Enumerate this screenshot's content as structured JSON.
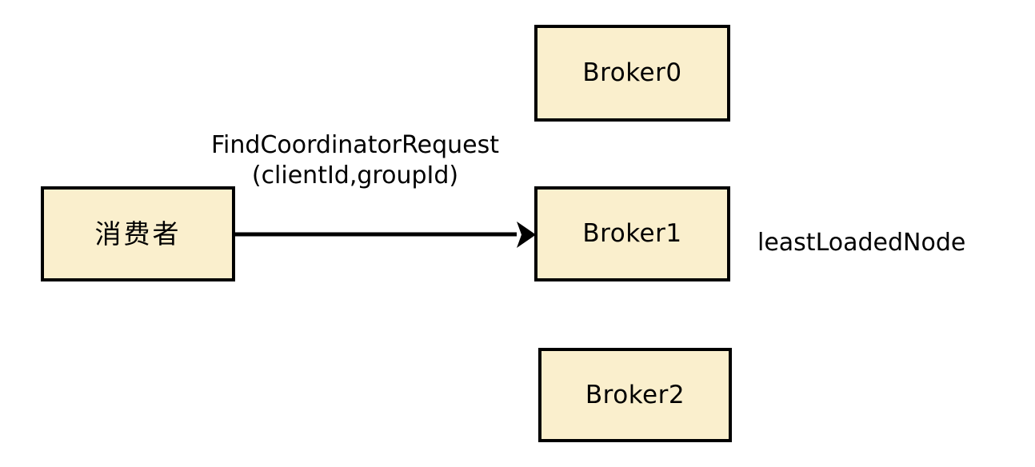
{
  "diagram": {
    "title": "Kafka FindCoordinatorRequest flow",
    "background_color": "#ffffff",
    "node_fill_color": "#faefcd",
    "node_border_color": "#000000",
    "edge_color": "#000000"
  },
  "nodes": [
    {
      "id": "broker0",
      "label": "Broker0"
    },
    {
      "id": "broker1",
      "label": "Broker1"
    },
    {
      "id": "broker2",
      "label": "Broker2"
    },
    {
      "id": "consumer",
      "label": "消费者"
    }
  ],
  "edges": [
    {
      "id": "consumer-to-broker1",
      "from": "consumer",
      "to": "broker1",
      "arrowhead": "solid-triangle",
      "label_line1": "FindCoordinatorRequest",
      "label_line2": "(clientId,groupId)"
    }
  ],
  "annotations": [
    {
      "id": "least-loaded-node",
      "text": "leastLoadedNode"
    }
  ]
}
